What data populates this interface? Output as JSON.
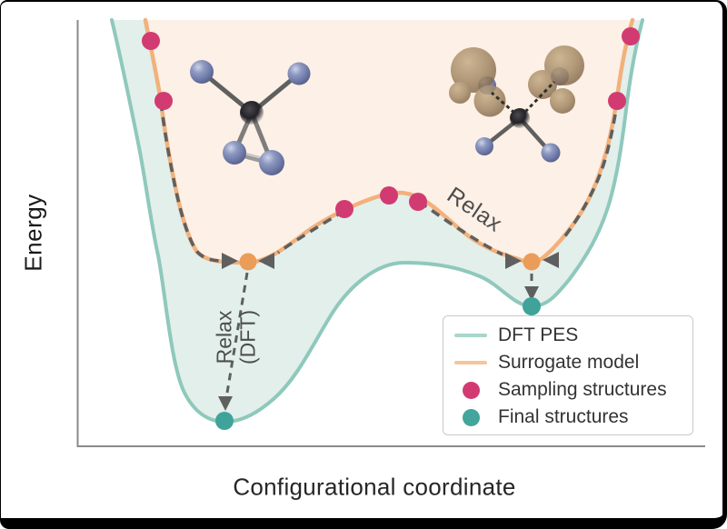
{
  "figure": {
    "ylabel": "Energy",
    "xlabel": "Configurational coordinate",
    "annotations": {
      "relax": "Relax",
      "relax_dft_line1": "Relax",
      "relax_dft_line2": "(DFT)"
    },
    "legend": {
      "items": [
        {
          "label": "DFT PES",
          "swatch": "line",
          "color": "#a9d5cb"
        },
        {
          "label": "Surrogate model",
          "swatch": "line",
          "color": "#f6c59c"
        },
        {
          "label": "Sampling structures",
          "swatch": "dot",
          "color": "#d23b72"
        },
        {
          "label": "Final structures",
          "swatch": "dot",
          "color": "#43a59b"
        }
      ]
    },
    "colors": {
      "dft_pes_line": "#8fc8bc",
      "dft_pes_fill": "#e2efeb",
      "surrogate_line": "#f2b17c",
      "surrogate_fill": "#fdf0e6",
      "sampling_dot": "#d23b72",
      "final_dot": "#3fa39a",
      "surrogate_min_dot": "#eb9c58",
      "relax_path": "#5f5f5f",
      "axis": "#8a8a8a",
      "annotation_text": "#4d4d4d"
    }
  },
  "chart_data": {
    "type": "line",
    "title": "",
    "xlabel": "Configurational coordinate",
    "ylabel": "Energy",
    "axis_ticks": "none (schematic, arbitrary units; x and energy normalized 0-1)",
    "grid": false,
    "legend_position": "lower right",
    "series": [
      {
        "name": "DFT PES",
        "style": "solid, filled above curve",
        "color": "#8fc8bc",
        "fill": "#e2efeb",
        "points": [
          [
            0.055,
            1.0
          ],
          [
            0.097,
            0.713
          ],
          [
            0.129,
            0.449
          ],
          [
            0.171,
            0.128
          ],
          [
            0.236,
            0.06
          ],
          [
            0.313,
            0.113
          ],
          [
            0.4,
            0.298
          ],
          [
            0.522,
            0.432
          ],
          [
            0.642,
            0.4
          ],
          [
            0.725,
            0.33
          ],
          [
            0.784,
            0.391
          ],
          [
            0.846,
            0.562
          ],
          [
            0.877,
            0.809
          ],
          [
            0.901,
            1.0
          ]
        ]
      },
      {
        "name": "Surrogate model",
        "style": "solid, filled above curve",
        "color": "#f2b17c",
        "fill": "#fdf0e6",
        "points": [
          [
            0.109,
            1.0
          ],
          [
            0.133,
            0.811
          ],
          [
            0.155,
            0.619
          ],
          [
            0.19,
            0.46
          ],
          [
            0.272,
            0.432
          ],
          [
            0.358,
            0.496
          ],
          [
            0.514,
            0.596
          ],
          [
            0.612,
            0.509
          ],
          [
            0.699,
            0.443
          ],
          [
            0.725,
            0.432
          ],
          [
            0.759,
            0.466
          ],
          [
            0.828,
            0.619
          ],
          [
            0.862,
            0.832
          ],
          [
            0.886,
            1.0
          ]
        ]
      }
    ],
    "markers": [
      {
        "name": "Sampling structures",
        "color": "#d23b72",
        "points": [
          [
            0.117,
            0.951
          ],
          [
            0.138,
            0.811
          ],
          [
            0.428,
            0.555
          ],
          [
            0.5,
            0.591
          ],
          [
            0.545,
            0.577
          ],
          [
            0.861,
            0.811
          ],
          [
            0.883,
            0.962
          ]
        ]
      },
      {
        "name": "Surrogate model minima (relaxed on surrogate)",
        "color": "#eb9c58",
        "points": [
          [
            0.272,
            0.434
          ],
          [
            0.725,
            0.434
          ]
        ]
      },
      {
        "name": "Final structures",
        "color": "#3fa39a",
        "points": [
          [
            0.235,
            0.062
          ],
          [
            0.725,
            0.33
          ]
        ]
      }
    ],
    "annotations": [
      {
        "text": "Relax",
        "meaning": "dashed relaxation paths along surrogate model toward its minima"
      },
      {
        "text": "Relax (DFT)",
        "meaning": "dashed arrows from surrogate minima down to DFT minima"
      }
    ]
  }
}
